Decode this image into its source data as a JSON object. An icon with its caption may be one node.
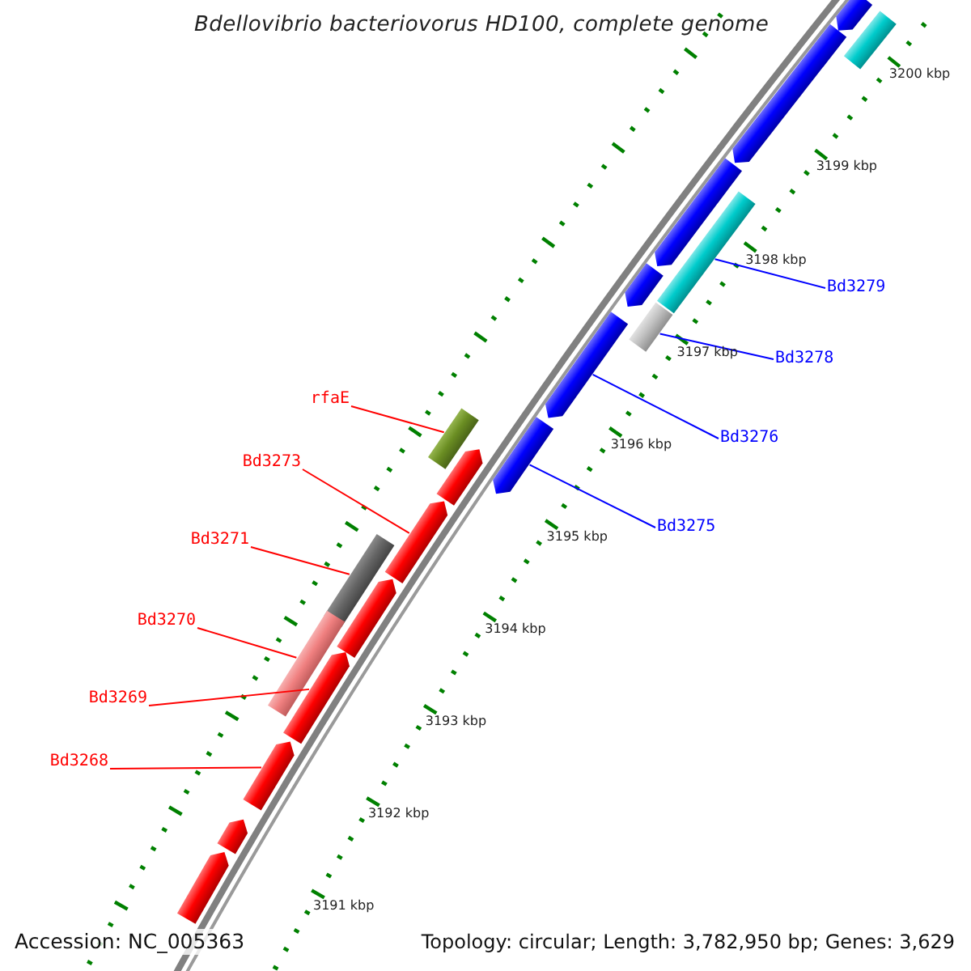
{
  "diagram": {
    "title": "Bdellovibrio bacteriovorus HD100, complete genome",
    "nodes": [
      {
        "text": [
          "Bd3279"
        ]
      },
      {
        "text": [
          "Bd3278"
        ]
      },
      {
        "text": [
          "rfaE"
        ]
      },
      {
        "text": [
          "Bd3276"
        ]
      },
      {
        "text": [
          "Bd3273"
        ]
      },
      {
        "text": [
          "Bd3275"
        ]
      },
      {
        "text": [
          "Bd3271"
        ]
      },
      {
        "text": [
          "Bd3270"
        ]
      },
      {
        "text": [
          "Bd3269"
        ]
      },
      {
        "text": [
          "Bd3268"
        ]
      },
      {
        "text": [],
        "shape": "pentagon"
      },
      {
        "text": [],
        "shape": "bar"
      },
      {
        "text": [],
        "shape": "pentagon"
      },
      {
        "text": [],
        "shape": "pentagon"
      },
      {
        "text": [],
        "shape": "bar"
      },
      {
        "text": [],
        "shape": "pentagon"
      },
      {
        "text": [],
        "shape": "bar"
      },
      {
        "text": [],
        "shape": "pentagon"
      },
      {
        "text": [],
        "shape": "pentagon"
      },
      {
        "text": [],
        "shape": "bar"
      },
      {
        "text": [],
        "shape": "pentagon"
      },
      {
        "text": [],
        "shape": "pentagon"
      },
      {
        "text": [],
        "shape": "bar"
      },
      {
        "text": [],
        "shape": "pentagon"
      },
      {
        "text": [],
        "shape": "bar"
      },
      {
        "text": [],
        "shape": "pentagon"
      },
      {
        "text": [],
        "shape": "pentagon"
      },
      {
        "text": [],
        "shape": "pentagon"
      },
      {
        "text": [],
        "shape": "pentagon"
      }
    ],
    "edges": [
      {
        "from": 0,
        "to": 14,
        "arrow": "none",
        "color": "#0000ff"
      },
      {
        "from": 1,
        "to": 16,
        "arrow": "none",
        "color": "#0000ff"
      },
      {
        "from": 2,
        "to": 19,
        "arrow": "none"
      },
      {
        "from": 3,
        "to": 17,
        "arrow": "none",
        "color": "#0000ff"
      },
      {
        "from": 4,
        "to": 21,
        "arrow": "none"
      },
      {
        "from": 5,
        "to": 18,
        "arrow": "none",
        "color": "#0000ff"
      },
      {
        "from": 6,
        "to": 22,
        "arrow": "none"
      },
      {
        "from": 7,
        "to": 24,
        "arrow": "none"
      },
      {
        "from": 8,
        "to": 25,
        "arrow": "none"
      },
      {
        "from": 9,
        "to": 26,
        "arrow": "none"
      }
    ],
    "labels": [
      "3200 kbp",
      "3199 kbp",
      "3198 kbp",
      "3197 kbp",
      "3196 kbp",
      "3195 kbp",
      "3194 kbp",
      "3193 kbp",
      "3192 kbp",
      "3191 kbp",
      "Accession: NC_005363",
      "Topology: circular; Length: 3,782,950 bp; Genes: 3,629"
    ]
  }
}
